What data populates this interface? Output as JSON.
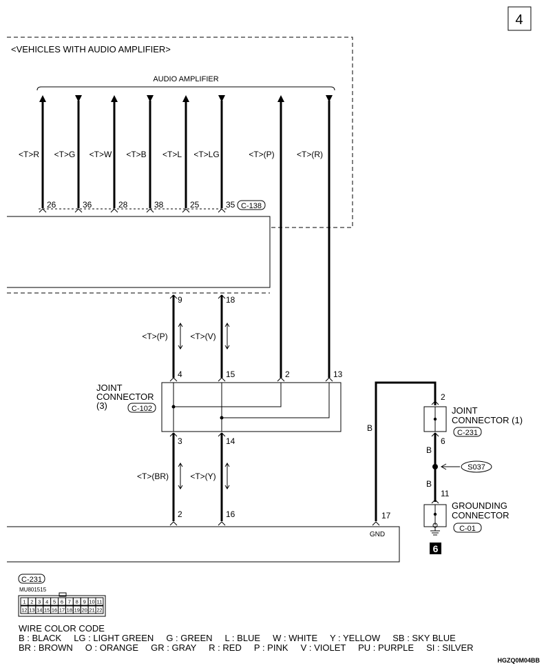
{
  "page_number": "4",
  "figure_id": "HGZQ0M04BB",
  "vehicle_section": "<VEHICLES WITH AUDIO AMPLIFIER>",
  "amplifier": {
    "label": "AUDIO AMPLIFIER",
    "connector": "C-138",
    "wires": [
      {
        "label": "<T>R",
        "pin": "26"
      },
      {
        "label": "<T>G",
        "pin": "36"
      },
      {
        "label": "<T>W",
        "pin": "28"
      },
      {
        "label": "<T>B",
        "pin": "38"
      },
      {
        "label": "<T>L",
        "pin": "25"
      },
      {
        "label": "<T>LG",
        "pin": "35"
      },
      {
        "label": "<T>(P)"
      },
      {
        "label": "<T>(R)"
      }
    ]
  },
  "upper_pins": [
    "9",
    "18"
  ],
  "upper_wire_labels": [
    "<T>(P)",
    "<T>(V)"
  ],
  "joint_connector_3": {
    "name_line1": "JOINT",
    "name_line2": "CONNECTOR",
    "name_line3": "(3)",
    "connector": "C-102",
    "top_pins": [
      "4",
      "15",
      "2",
      "13"
    ],
    "bottom_pins": [
      "3",
      "14"
    ]
  },
  "lower_wire_labels": [
    "<T>(BR)",
    "<T>(Y)"
  ],
  "lower_pins": [
    "2",
    "16"
  ],
  "ground_circuit": {
    "wire_color": "B",
    "pin": "17",
    "pin_label": "GND",
    "joint_connector_1": {
      "line1": "JOINT",
      "line2": "CONNECTOR (1)",
      "connector": "C-231",
      "pin_top": "2",
      "pin_bottom": "6"
    },
    "splice": "S037",
    "wire_b_1": "B",
    "wire_b_2": "B",
    "grounding_connector": {
      "line1": "GROUNDING",
      "line2": "CONNECTOR",
      "connector": "C-01",
      "pin": "11"
    },
    "ground_point": "6"
  },
  "connector_view": {
    "connector": "C-231",
    "part_number": "MU801515",
    "pins_row1": [
      "1",
      "2",
      "3",
      "4",
      "5",
      "6",
      "7",
      "8",
      "9",
      "10",
      "11"
    ],
    "pins_row2": [
      "12",
      "13",
      "14",
      "15",
      "16",
      "17",
      "18",
      "19",
      "20",
      "21",
      "22"
    ]
  },
  "wire_color_code": {
    "title": "WIRE COLOR CODE",
    "line1": "B : BLACK     LG : LIGHT GREEN     G : GREEN     L : BLUE     W : WHITE     Y : YELLOW     SB : SKY BLUE",
    "line2": "BR : BROWN     O : ORANGE     GR : GRAY     R : RED     P : PINK     V : VIOLET     PU : PURPLE     SI : SILVER"
  }
}
